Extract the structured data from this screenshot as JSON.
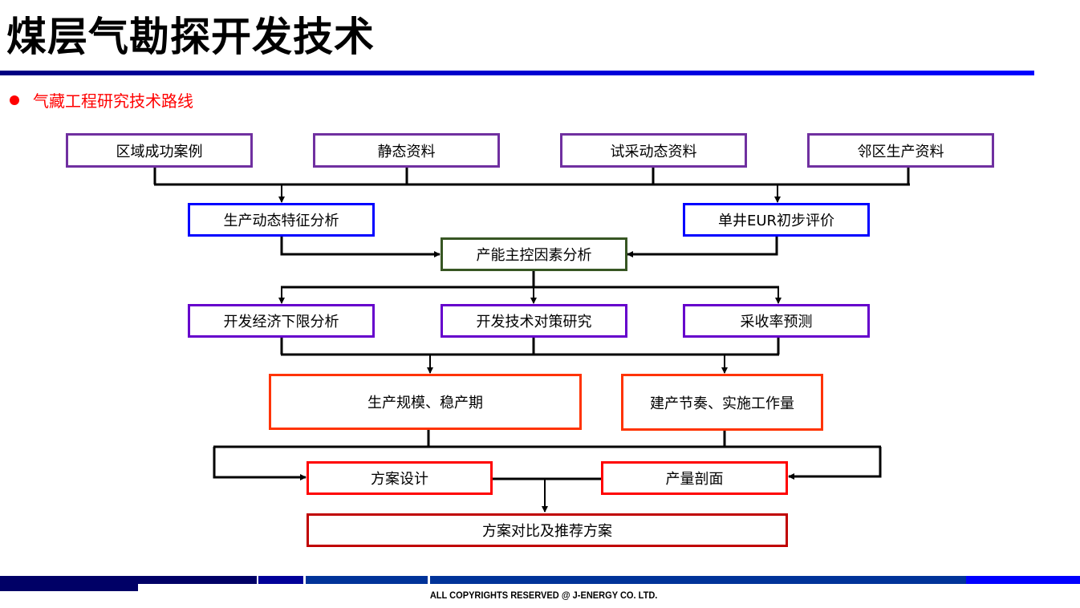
{
  "slide": {
    "title": "煤层气勘探开发技术",
    "subtitle": "气藏工程研究技术路线",
    "bullet_icon": "red-dot",
    "footer": "ALL COPYRIGHTS RESERVED @ J-ENERGY CO. LTD."
  },
  "colors": {
    "input_border": "#7030A0",
    "analysis_border": "#0000FF",
    "core_border": "#375623",
    "study_border": "#6600CC",
    "output_border": "#FF3300",
    "plan_border": "#FF0000",
    "final_border": "#C00000",
    "subtitle": "#FF0000"
  },
  "flow": {
    "inputs": [
      "区域成功案例",
      "静态资料",
      "试采动态资料",
      "邻区生产资料"
    ],
    "analysis": [
      "生产动态特征分析",
      "单井EUR初步评价"
    ],
    "core": "产能主控因素分析",
    "studies": [
      "开发经济下限分析",
      "开发技术对策研究",
      "采收率预测"
    ],
    "outputs": [
      "生产规模、稳产期",
      "建产节奏、实施工作量"
    ],
    "plans": [
      "方案设计",
      "产量剖面"
    ],
    "final": "方案对比及推荐方案"
  }
}
